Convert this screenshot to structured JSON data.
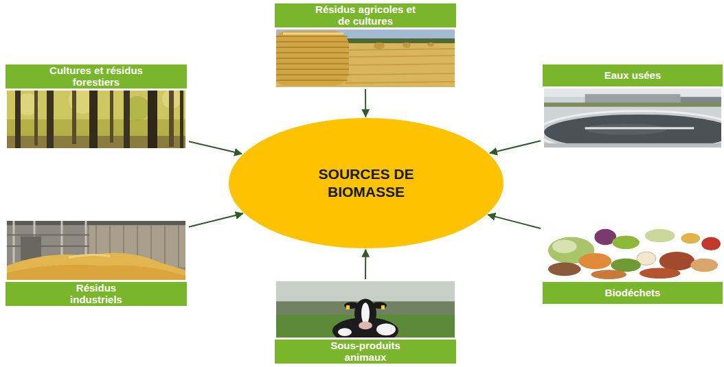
{
  "diagram": {
    "nodes": [
      {
        "text": [
          "Résidus agricoles et de cultures"
        ]
      },
      {
        "text": [
          "Cultures et résidus forestiers"
        ]
      },
      {
        "text": [
          "Eaux usées"
        ]
      },
      {
        "text": [
          "SOURCES DE BIOMASSE"
        ]
      },
      {
        "text": [
          "Résidus industriels"
        ]
      },
      {
        "text": [
          "Biodéchets"
        ]
      },
      {
        "text": [
          "Sous-produits animaux"
        ]
      }
    ],
    "edges": [
      {
        "from": 0,
        "to": 3,
        "arrow": "to"
      },
      {
        "from": 1,
        "to": 3,
        "arrow": "to"
      },
      {
        "from": 2,
        "to": 3,
        "arrow": "to"
      },
      {
        "from": 4,
        "to": 3,
        "arrow": "to"
      },
      {
        "from": 5,
        "to": 3,
        "arrow": "to"
      },
      {
        "from": 6,
        "to": 3,
        "arrow": "to"
      }
    ]
  }
}
